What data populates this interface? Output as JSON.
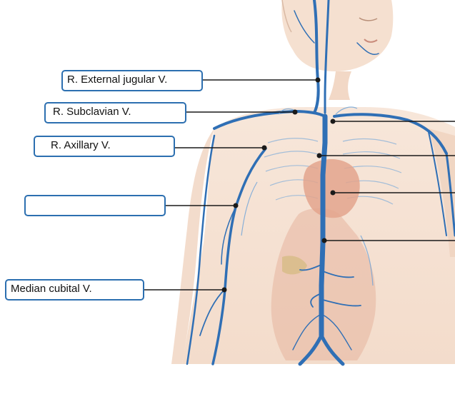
{
  "colors": {
    "vein": "#2f6fb5",
    "vein_light": "#6da3d8",
    "skin": "#f3d9c6",
    "skin_shadow": "#e9c3a8",
    "organ": "#dca08a",
    "heart": "#d98b74",
    "label_border": "#2c6fb0",
    "leader": "#1a1a1a"
  },
  "labels": [
    {
      "text": "R. External jugular V."
    },
    {
      "text": "R. Subclavian V."
    },
    {
      "text": "R. Axillary V."
    },
    {
      "text": ""
    },
    {
      "text": "Median cubital V."
    }
  ]
}
